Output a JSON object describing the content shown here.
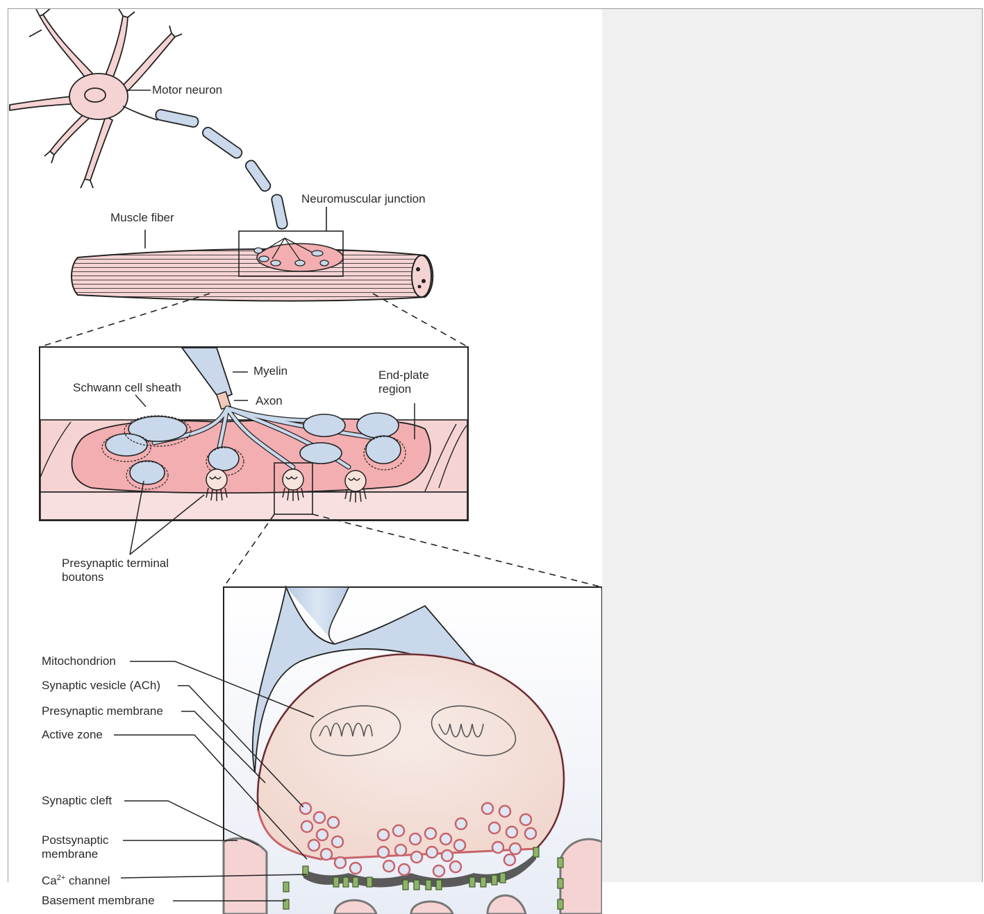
{
  "labels": {
    "motor_neuron": "Motor neuron",
    "neuromuscular_junction": "Neuromuscular junction",
    "muscle_fiber": "Muscle fiber",
    "myelin": "Myelin",
    "axon": "Axon",
    "schwann_cell_sheath": "Schwann cell sheath",
    "end_plate_region": "End-plate region",
    "presynaptic_terminal_boutons": "Presynaptic terminal boutons",
    "mitochondrion": "Mitochondrion",
    "synaptic_vesicle": "Synaptic vesicle (ACh)",
    "presynaptic_membrane": "Presynaptic membrane",
    "active_zone": "Active zone",
    "synaptic_cleft": "Synaptic cleft",
    "postsynaptic_membrane": "Postsynaptic membrane",
    "ca_channel_prefix": "Ca",
    "ca_channel_superscript": "2+",
    "ca_channel_suffix": " channel",
    "basement_membrane": "Basement membrane"
  },
  "colors": {
    "window_background": "#f0f0f0",
    "muscle_pink": "#f6d3d3",
    "end_plate_pink": "#f2aeb1",
    "nerve_blue": "#c9d8ea",
    "bouton_beige": "#f6e3dc",
    "vesicle_red": "#c8636a",
    "channel_green": "#6f9a4e",
    "cleft_gray": "#5a5a5a"
  }
}
